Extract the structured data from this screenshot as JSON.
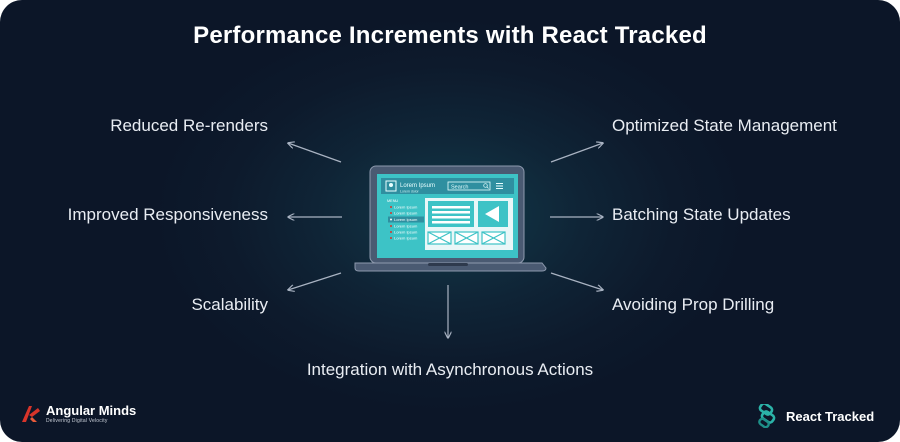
{
  "title": "Performance Increments with React Tracked",
  "features": {
    "reduced_rerenders": "Reduced Re-renders",
    "improved_responsiveness": "Improved Responsiveness",
    "scalability": "Scalability",
    "optimized_state": "Optimized State Management",
    "batching": "Batching State Updates",
    "avoiding_prop_drilling": "Avoiding Prop Drilling",
    "async_actions": "Integration with Asynchronous Actions"
  },
  "laptop_screen": {
    "header_title": "Lorem Ipsum",
    "header_subtitle": "Lorem dolor",
    "search_label": "Search",
    "menu_label": "MENU",
    "menu_items": [
      "Lorem Ipsum",
      "Lorem Ipsum",
      "Lorem Ipsum",
      "Lorem Ipsum",
      "Lorem Ipsum",
      "Lorem Ipsum"
    ]
  },
  "brands": {
    "left_name": "Angular Minds",
    "left_tagline": "Delivering Digital Velocity",
    "right_name": "React Tracked"
  },
  "colors": {
    "background": "#0d1a2c",
    "screen": "#3dc3c6",
    "laptop_body": "#4a5a72",
    "arrows": "#a9b3c2",
    "angular_minds_red": "#d8342a",
    "react_tracked_teal": "#2bb3a8"
  },
  "icons": {
    "center": "laptop-icon",
    "left_logo": "angular-minds-logo",
    "right_logo": "react-tracked-logo"
  }
}
